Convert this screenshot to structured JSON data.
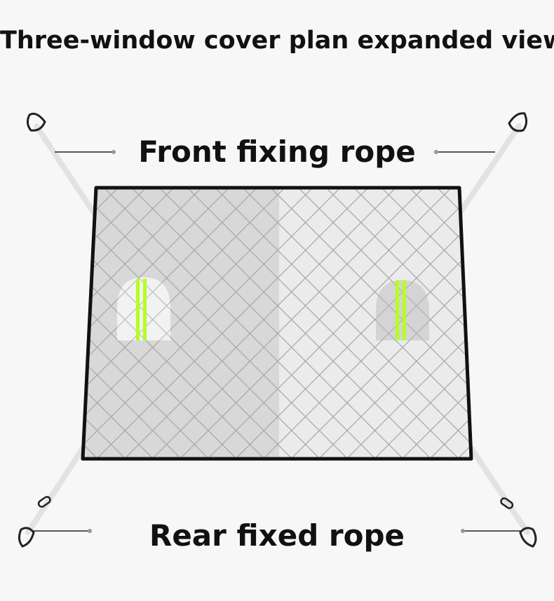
{
  "title": "Three-window cover plan expanded view",
  "labels": {
    "front_rope": "Front fixing rope",
    "rear_rope": "Rear fixed rope"
  },
  "colors": {
    "cover_fill": "#dcdcdc",
    "cover_fill_light": "#ebebeb",
    "cover_grid": "#a8a8a8",
    "cover_border": "#111111",
    "reflective_stripe": "#b6ff1f",
    "rope": "#e2e2e2"
  }
}
